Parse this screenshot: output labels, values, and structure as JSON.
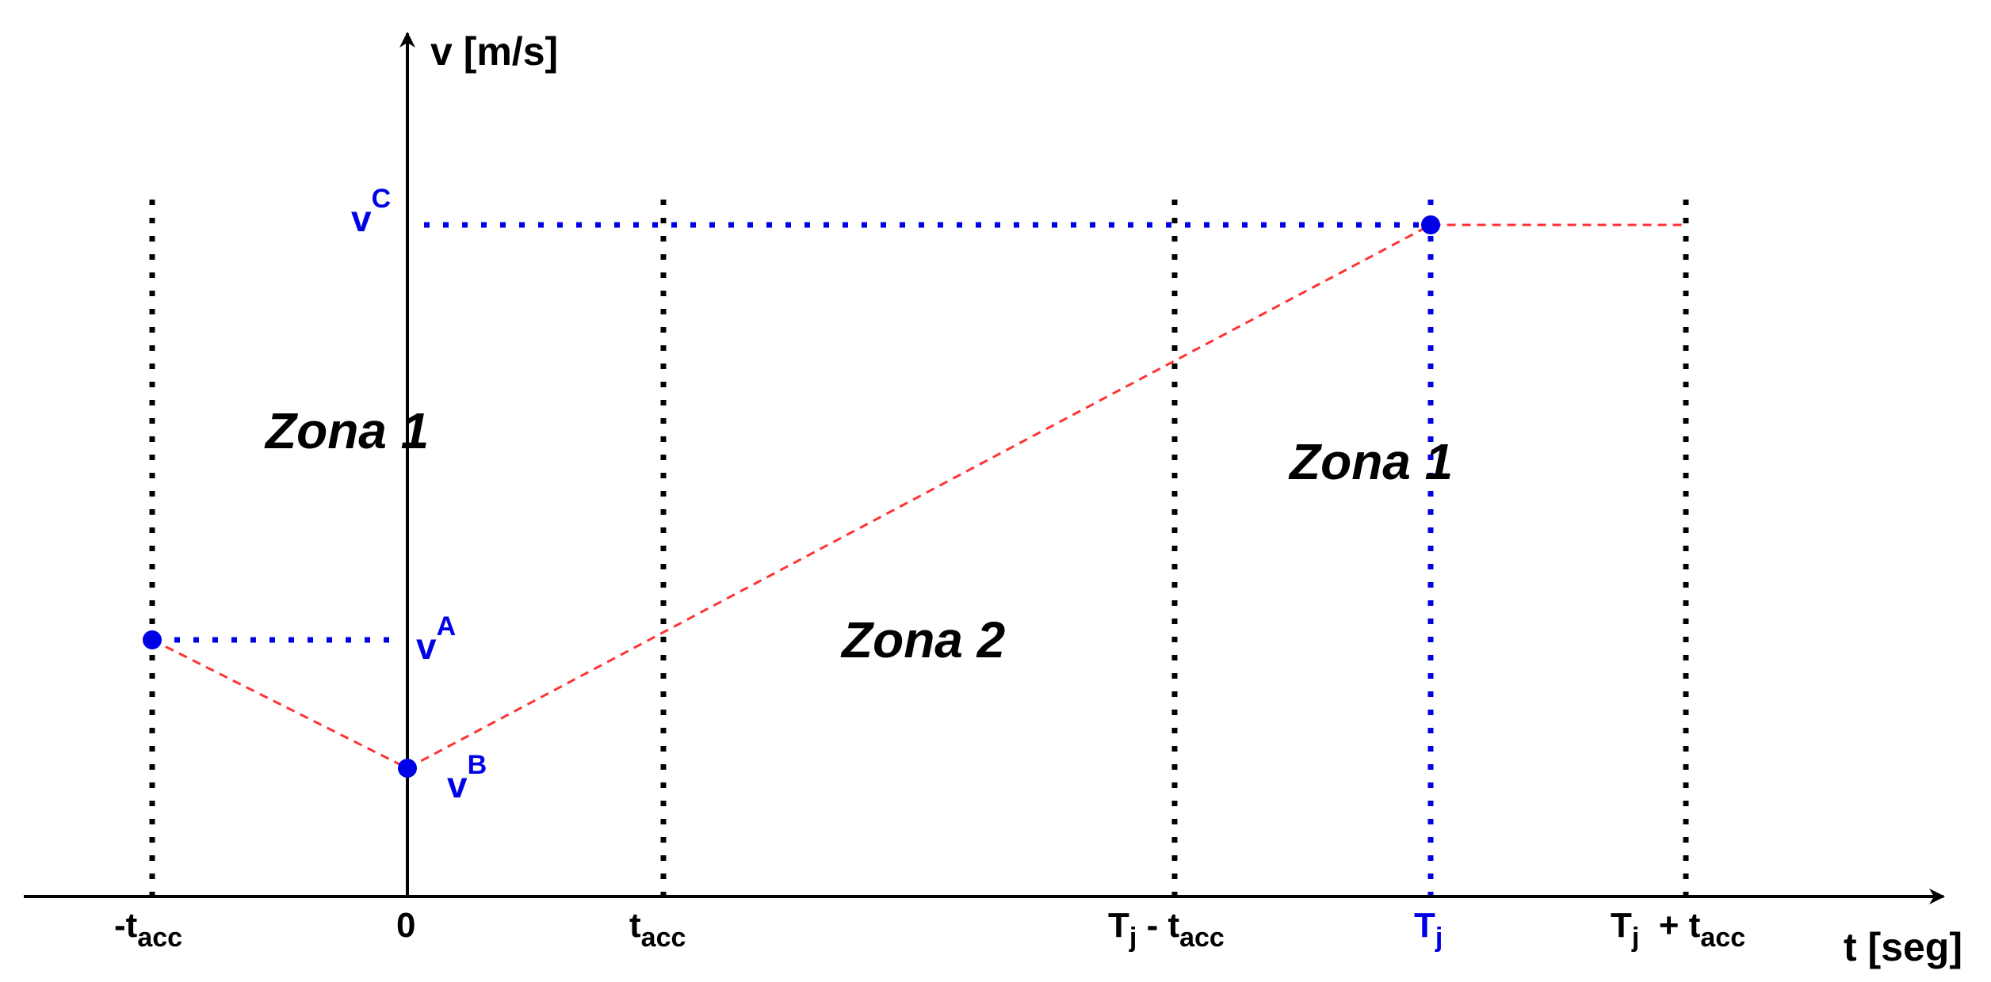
{
  "axes": {
    "y_label": "v [m/s]",
    "x_label": "t [seg]"
  },
  "zones": {
    "left": "Zona 1",
    "middle": "Zona 2",
    "right": "Zona 1"
  },
  "ticks": {
    "neg_tacc": {
      "prefix": "-t",
      "sub": "acc"
    },
    "zero": {
      "text": "0"
    },
    "tacc": {
      "prefix": "t",
      "sub": "acc"
    },
    "tj_minus": {
      "prefix": "T",
      "sub": "j",
      "mid": " - t",
      "sub2": "acc"
    },
    "tj": {
      "prefix": "T",
      "sub": "j"
    },
    "tj_plus": {
      "prefix": "T",
      "sub": "j",
      "mid": "  + t",
      "sub2": "acc"
    }
  },
  "velocity_labels": {
    "vA": {
      "base": "v",
      "sup": "A"
    },
    "vB": {
      "base": "v",
      "sup": "B"
    },
    "vC": {
      "base": "v",
      "sup": "C"
    }
  },
  "colors": {
    "axis": "#000000",
    "blue": "#0000e6",
    "red": "#ff3333",
    "grid": "#000000"
  }
}
